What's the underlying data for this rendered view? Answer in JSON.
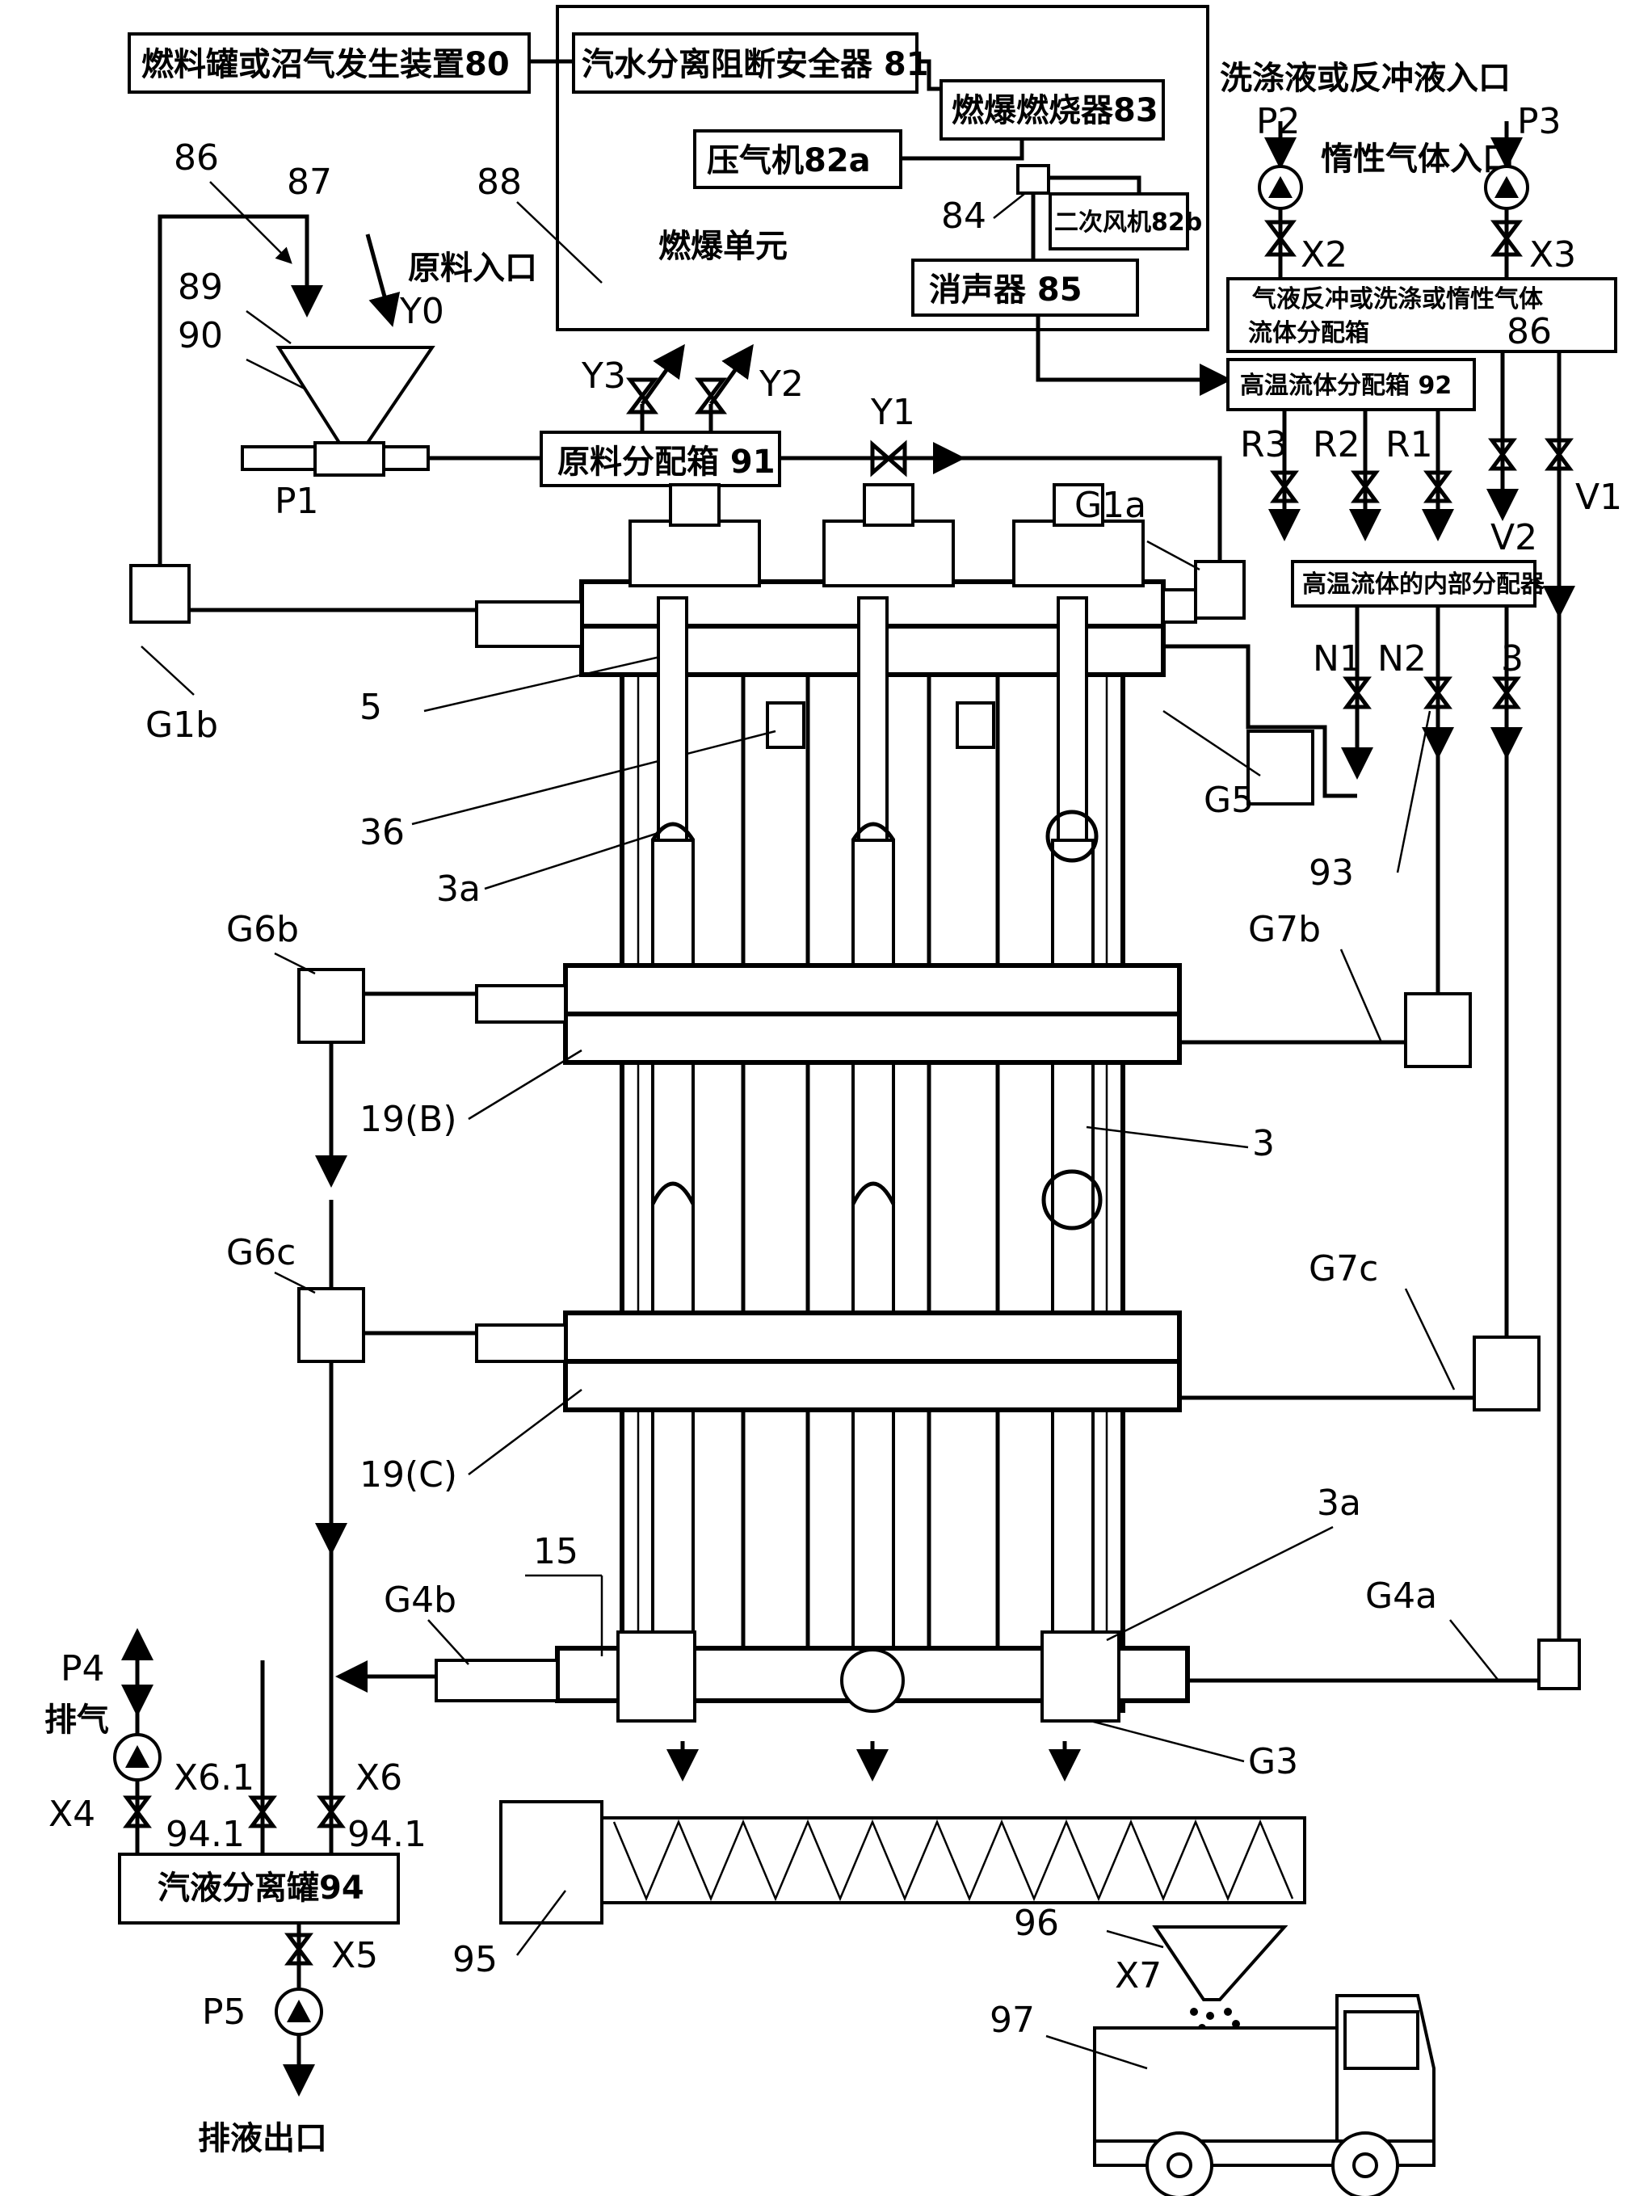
{
  "boxes": {
    "fuel_tank": "燃料罐或沼气发生装置80",
    "separator_81": "汽水分离阻断安全器 81",
    "burner_83": "燃爆燃烧器83",
    "compressor_82a": "压气机82a",
    "fan_82b": "二次风机82b",
    "muffler_85": "消声器  85",
    "unit_label": "燃爆单元",
    "fluid_dist_86": "气液反冲或洗涤或惰性气体",
    "fluid_dist_86b": "流体分配箱",
    "fluid_dist_86_num": "86",
    "hot_dist_92": "高温流体分配箱 92",
    "raw_dist_91": "原料分配箱 91",
    "inner_dist": "高温流体的内部分配器",
    "gas_liquid_94": "汽液分离罐94"
  },
  "texts": {
    "wash_inlet": "洗涤液或反冲液入口",
    "inert_inlet": "惰性气体入口",
    "raw_inlet": "原料入口",
    "exhaust": "排气",
    "drain_outlet": "排液出口"
  },
  "labels": {
    "n86": "86",
    "n87": "87",
    "n88": "88",
    "n89": "89",
    "n90": "90",
    "n84": "84",
    "y0": "Y0",
    "y1": "Y1",
    "y2": "Y2",
    "y3": "Y3",
    "p1": "P1",
    "p2": "P2",
    "p3": "P3",
    "x2": "X2",
    "x3": "X3",
    "r1": "R1",
    "r2": "R2",
    "r3": "R3",
    "v1": "V1",
    "v2": "V2",
    "n1": "N1",
    "n2": "N2",
    "n3": "3",
    "g1a": "G1a",
    "g1b": "G1b",
    "n5": "5",
    "g5": "G5",
    "n36": "36",
    "n3a_top": "3a",
    "n93": "93",
    "g6b": "G6b",
    "g7b": "G7b",
    "n19b": "19(B)",
    "g6c": "G6c",
    "g7c": "G7c",
    "n19c": "19(C)",
    "n3a_bot": "3a",
    "n15": "15",
    "g4b": "G4b",
    "g4a": "G4a",
    "g3": "G3",
    "p4": "P4",
    "x61": "X6.1",
    "x6": "X6",
    "x4": "X4",
    "n941a": "94.1",
    "n941b": "94.1",
    "x5": "X5",
    "p5": "P5",
    "n95": "95",
    "n96": "96",
    "x7": "X7",
    "n97": "97"
  }
}
